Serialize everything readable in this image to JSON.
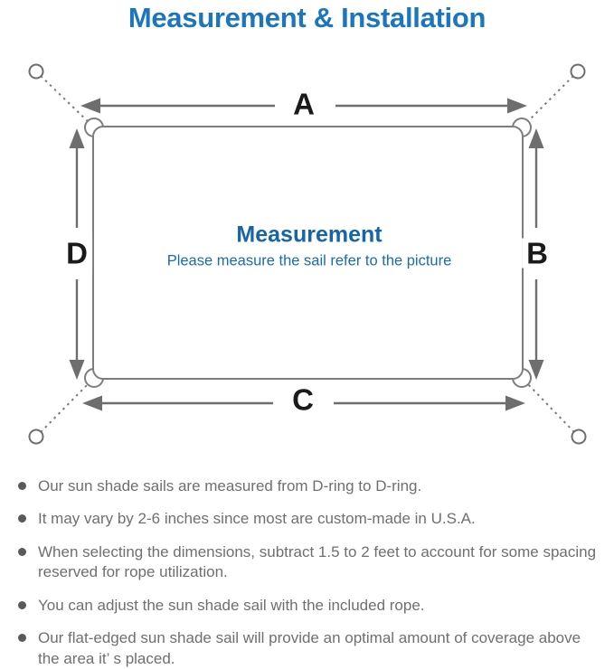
{
  "title": "Measurement & Installation",
  "diagram": {
    "dimension_labels": {
      "top": "A",
      "right": "B",
      "bottom": "C",
      "left": "D"
    },
    "center_heading": "Measurement",
    "center_subtitle": "Please measure the sail refer to the picture"
  },
  "notes": [
    "Our sun shade sails are measured from D-ring to D-ring.",
    "It may vary by 2-6 inches since most are custom-made in U.S.A.",
    "When selecting the dimensions, subtract 1.5 to 2 feet to account for some spacing reserved for rope utilization.",
    "You can adjust the sun shade sail with the included rope.",
    "Our flat-edged sun shade sail will provide an optimal amount of coverage above the area it’ s placed."
  ],
  "colors": {
    "title_blue": "#1b76bd",
    "center_blue": "#1565a9",
    "subtitle_blue": "#1a6cb0",
    "line_gray": "#7d7d7d",
    "arrow_gray": "#6e6e6e",
    "label_black": "#1a1a1a",
    "note_gray": "#6f6f6f"
  }
}
